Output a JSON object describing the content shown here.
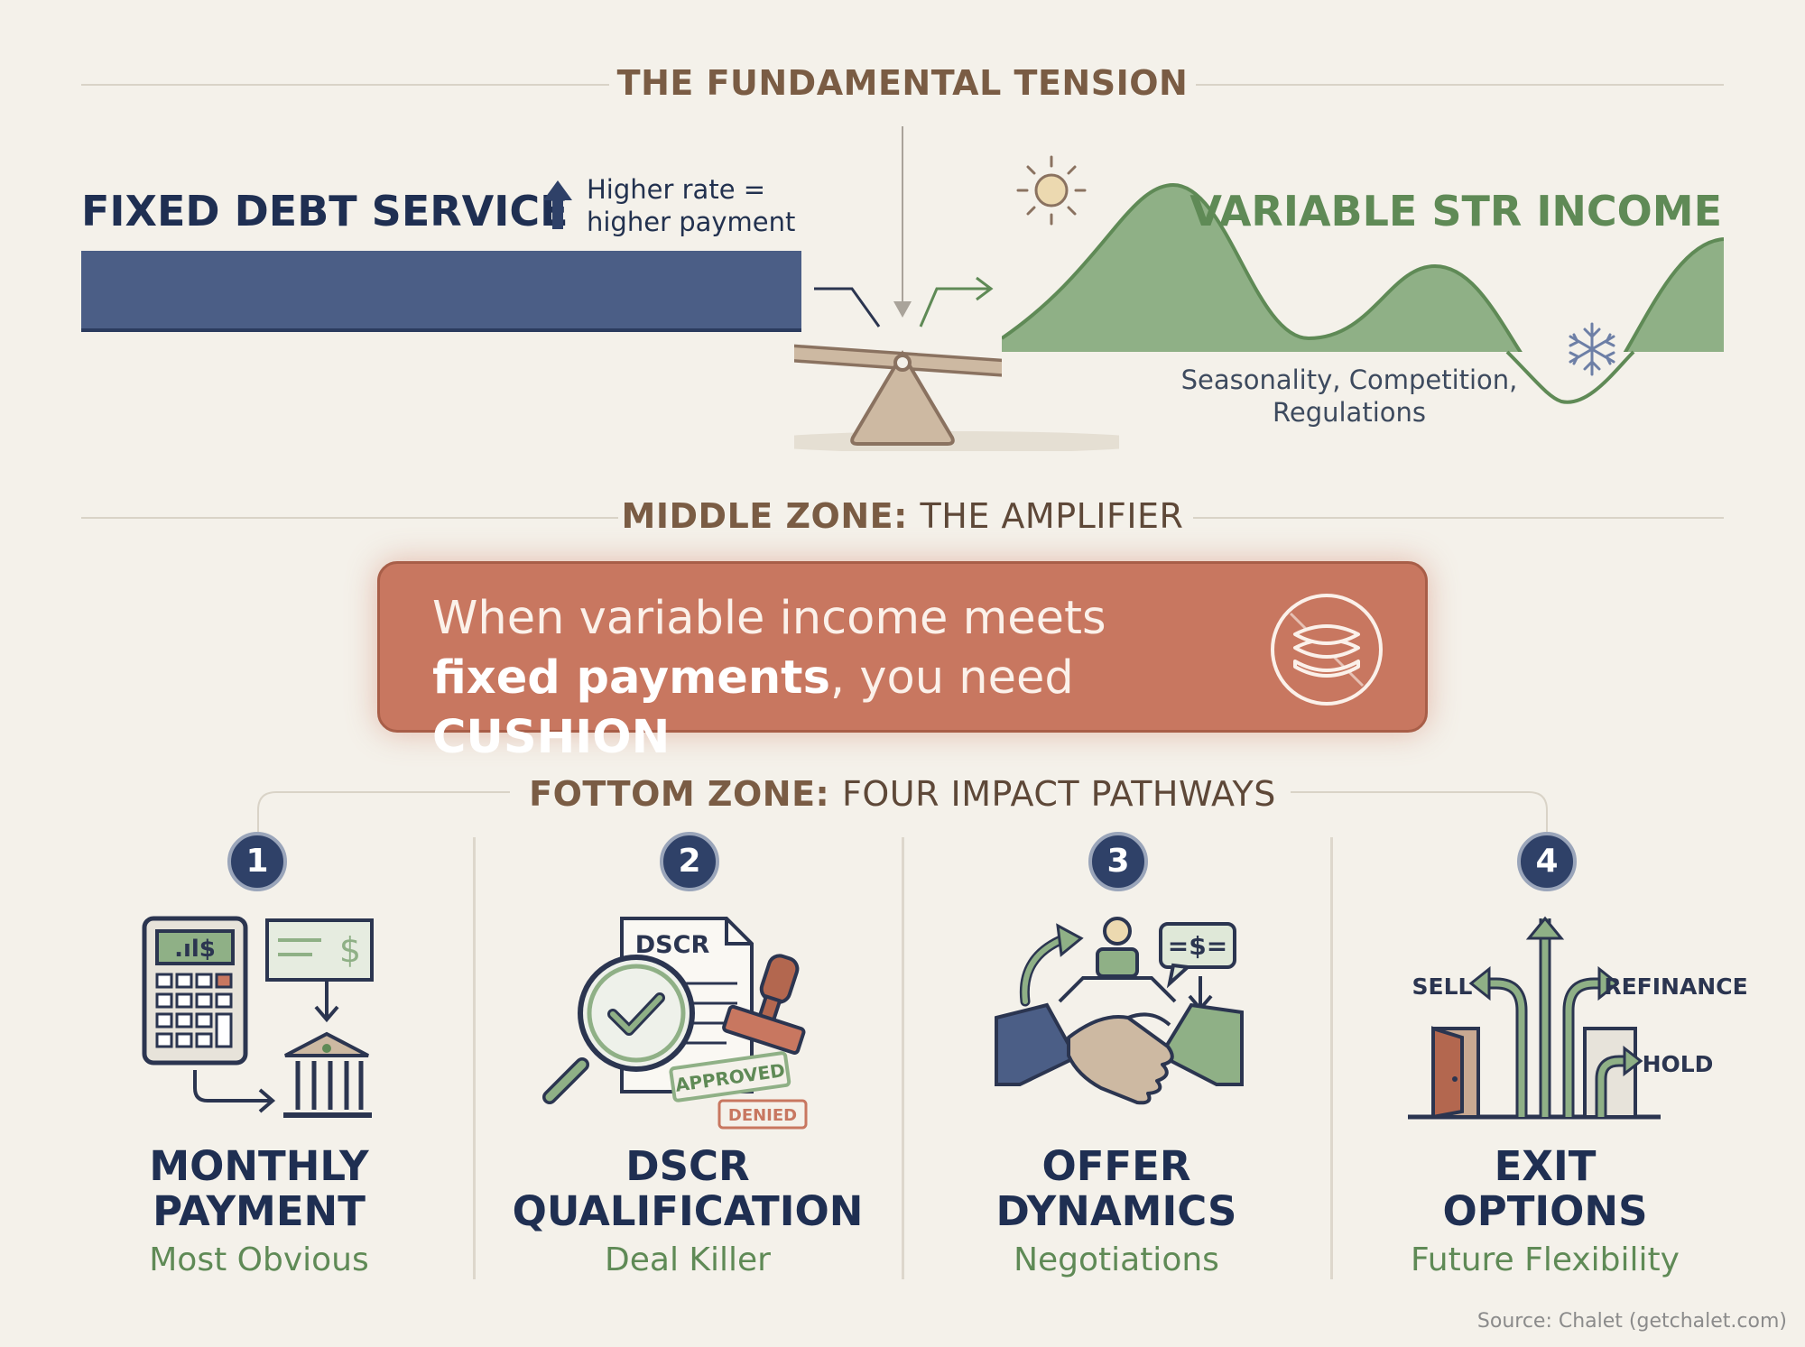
{
  "header": {
    "title": "THE FUNDAMENTAL TENSION"
  },
  "fixed": {
    "label": "FIXED DEBT SERVICE",
    "hint_line1": "Higher rate =",
    "hint_line2": "higher payment"
  },
  "variable": {
    "label": "VARIABLE STR INCOME",
    "factors_line1": "Seasonality, Competition,",
    "factors_line2": "Regulations"
  },
  "middle": {
    "title_bold": "MIDDLE ZONE:",
    "title_light": "THE AMPLIFIER"
  },
  "callout": {
    "part1": "When variable income meets ",
    "bold1": "fixed payments",
    "part2": ", you need ",
    "bold2": "CUSHION"
  },
  "bottom": {
    "title_bold": "FOTTOM ZONE:",
    "title_light": "FOUR IMPACT PATHWAYS"
  },
  "pathways": [
    {
      "number": "1",
      "title_line1": "MONTHLY",
      "title_line2": "PAYMENT",
      "subtitle": "Most Obvious"
    },
    {
      "number": "2",
      "title_line1": "DSCR",
      "title_line2": "QUALIFICATION",
      "subtitle": "Deal Killer"
    },
    {
      "number": "3",
      "title_line1": "OFFER",
      "title_line2": "DYNAMICS",
      "subtitle": "Negotiations"
    },
    {
      "number": "4",
      "title_line1": "EXIT",
      "title_line2": "OPTIONS",
      "subtitle": "Future Flexibility"
    }
  ],
  "icons": {
    "dscr_doc_label": "DSCR",
    "approved_stamp": "APPROVED",
    "denied_stamp": "DENIED",
    "exit_sell": "SELL",
    "exit_refinance": "REFINANCE",
    "exit_hold": "HOLD",
    "money_bubble": "=$=",
    "calc_screen": ".ıl$"
  },
  "source": "Source: Chalet (getchalet.com)",
  "colors": {
    "navy": "#1f2f52",
    "debt_bar": "#4b5e86",
    "green": "#5f8a56",
    "callout": "#c87760",
    "brown": "#7a5c44"
  }
}
